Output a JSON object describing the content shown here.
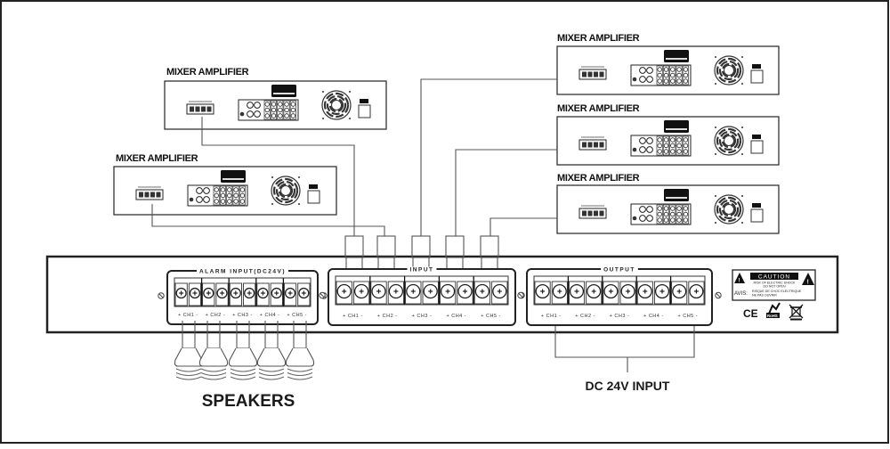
{
  "diagram": {
    "title": "Alarm / Speaker Switching Connection Diagram",
    "mixer_amplifiers": [
      {
        "id": "amp-1",
        "label": "MIXER AMPLIFIER",
        "connects_to": "input-ch1"
      },
      {
        "id": "amp-2",
        "label": "MIXER AMPLIFIER",
        "connects_to": "input-ch2"
      },
      {
        "id": "amp-3",
        "label": "MIXER AMPLIFIER",
        "connects_to": "input-ch3"
      },
      {
        "id": "amp-4",
        "label": "MIXER AMPLIFIER",
        "connects_to": "input-ch4"
      },
      {
        "id": "amp-5",
        "label": "MIXER AMPLIFIER",
        "connects_to": "input-ch5"
      }
    ],
    "panels": {
      "alarm": {
        "label": "ALARM INPUT(DC24V)",
        "channels": [
          "+ CH1 -",
          "+ CH2 -",
          "+ CH3 -",
          "+ CH4 -",
          "+ CH5 -"
        ]
      },
      "input": {
        "label": "INPUT",
        "channels": [
          "+ CH1 -",
          "+ CH2 -",
          "+ CH3 -",
          "+ CH4 -",
          "+ CH5 -"
        ]
      },
      "output": {
        "label": "OUTPUT",
        "channels": [
          "+ CH1 -",
          "+ CH2 -",
          "+ CH3 -",
          "+ CH4 -",
          "+ CH5 -"
        ]
      }
    },
    "caution": {
      "title": "CAUTION",
      "line1": "RISK OF ELECTRIC SHOCK",
      "line2": "DO NOT OPEN",
      "avis": "AVIS:",
      "avis_text1": "RISQUE DE CHOC ELECTRIQUE",
      "avis_text2": "NE PAS OUVRIR"
    },
    "cert_marks": {
      "ce": "CE",
      "rohs": "RoHS"
    },
    "labels": {
      "speakers": "SPEAKERS",
      "dc_input": "DC 24V INPUT"
    },
    "speaker_count": 5
  }
}
